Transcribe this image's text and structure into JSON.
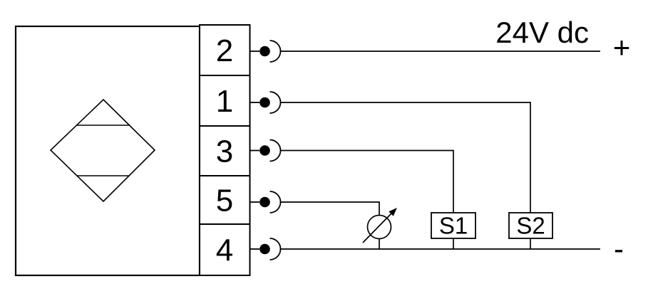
{
  "colors": {
    "line": "#000000",
    "background": "#ffffff"
  },
  "device": {
    "terminals": [
      {
        "label": "2"
      },
      {
        "label": "1"
      },
      {
        "label": "3"
      },
      {
        "label": "5"
      },
      {
        "label": "4"
      }
    ]
  },
  "supply": {
    "label": "24V dc",
    "positive": "+",
    "negative": "-"
  },
  "switches": [
    {
      "label": "S1"
    },
    {
      "label": "S2"
    }
  ],
  "icons": {
    "sensor_symbol": "diamond-sensor-icon",
    "connector": "plug-connector-icon",
    "meter": "adjustable-meter-icon"
  }
}
